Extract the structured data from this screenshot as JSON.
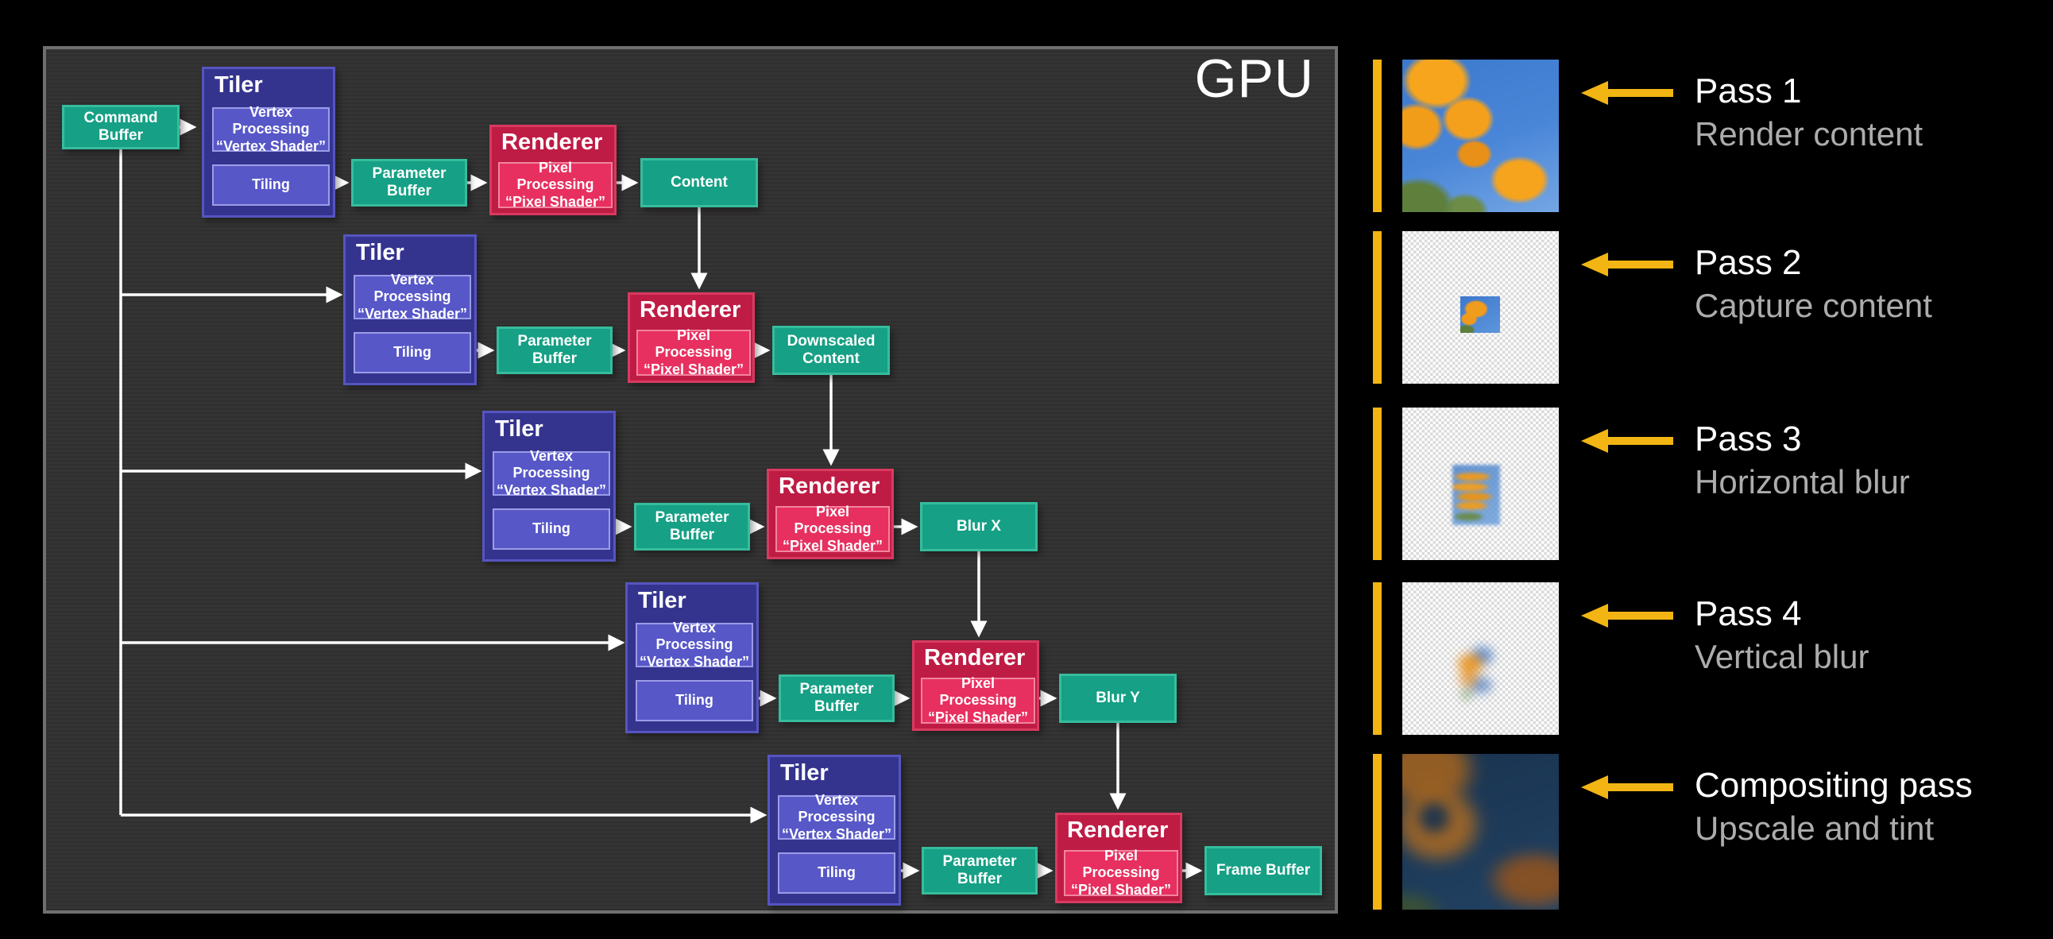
{
  "gpu_label": "GPU",
  "diagram": {
    "command_buffer": "Command Buffer",
    "tiler": {
      "title": "Tiler",
      "vertex": "Vertex Processing\n“Vertex Shader”",
      "tiling": "Tiling"
    },
    "parameter_buffer": "Parameter Buffer",
    "renderer": {
      "title": "Renderer",
      "pixel": "Pixel Processing\n“Pixel Shader”"
    },
    "outputs": [
      "Content",
      "Downscaled\nContent",
      "Blur X",
      "Blur Y",
      "Frame Buffer"
    ]
  },
  "passes": [
    {
      "title": "Pass 1",
      "subtitle": "Render content",
      "thumbnail": "poppy-flowers-photo"
    },
    {
      "title": "Pass 2",
      "subtitle": "Capture content",
      "thumbnail": "small-capture-on-transparency"
    },
    {
      "title": "Pass 3",
      "subtitle": "Horizontal blur",
      "thumbnail": "horizontal-blur-on-transparency"
    },
    {
      "title": "Pass 4",
      "subtitle": "Vertical blur",
      "thumbnail": "vertical-blur-on-transparency"
    },
    {
      "title": "Compositing pass",
      "subtitle": "Upscale and tint",
      "thumbnail": "upscaled-tinted-blur"
    }
  ],
  "colors": {
    "accent_yellow": "#f2b513",
    "teal": "#16a085",
    "indigo": "#34348f",
    "indigo_light": "#5757c8",
    "crimson": "#bf1c45",
    "crimson_light": "#e73060",
    "panel_bg": "#333232",
    "panel_border": "#6f6f6f",
    "subtitle_gray": "#acacac"
  }
}
